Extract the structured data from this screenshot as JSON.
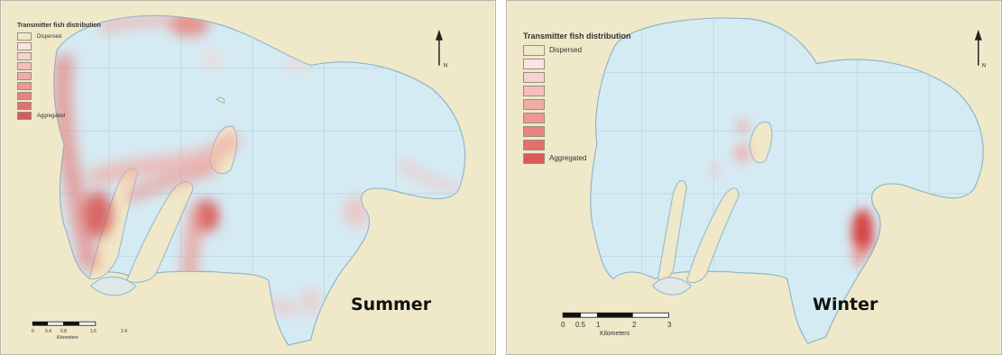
{
  "colors": {
    "background": "#efe8c9",
    "lake": "#d5ebf3",
    "shore": "#8fb6c8",
    "land": "#efe8c9",
    "grid": "#aac6d2",
    "heat_strong": "#d93a3a",
    "heat_light": "#f2b9b5"
  },
  "panels": [
    {
      "legend": {
        "title": "Transmitter fish distribution",
        "dispersed_label": "Dispersed",
        "aggregated_label": "Aggregated",
        "swatch_colors": [
          "#efe8c9",
          "#fbe3e1",
          "#f8d2cf",
          "#f4bfbb",
          "#f0aca7",
          "#ec9893",
          "#e8847f",
          "#e2706b",
          "#d95a57"
        ]
      },
      "season_label": "Summer",
      "scale_bar": {
        "ticks": [
          "0",
          "0.4",
          "0.8",
          "",
          "1.6",
          "",
          "2.4"
        ],
        "unit": "Kilometers"
      },
      "north_arrow": {
        "label": "N"
      }
    },
    {
      "legend": {
        "title": "Transmitter fish distribution",
        "dispersed_label": "Dispersed",
        "aggregated_label": "Aggregated",
        "swatch_colors": [
          "#efe8c9",
          "#fbe3e1",
          "#f8d2cf",
          "#f4bfbb",
          "#f0aca7",
          "#ec9893",
          "#e8847f",
          "#e2706b",
          "#d95a57"
        ]
      },
      "season_label": "Winter",
      "scale_bar": {
        "ticks": [
          "0",
          "0.5",
          "1",
          "",
          "2",
          "",
          "3"
        ],
        "unit": "Kilometers"
      },
      "north_arrow": {
        "label": "N"
      }
    }
  ]
}
